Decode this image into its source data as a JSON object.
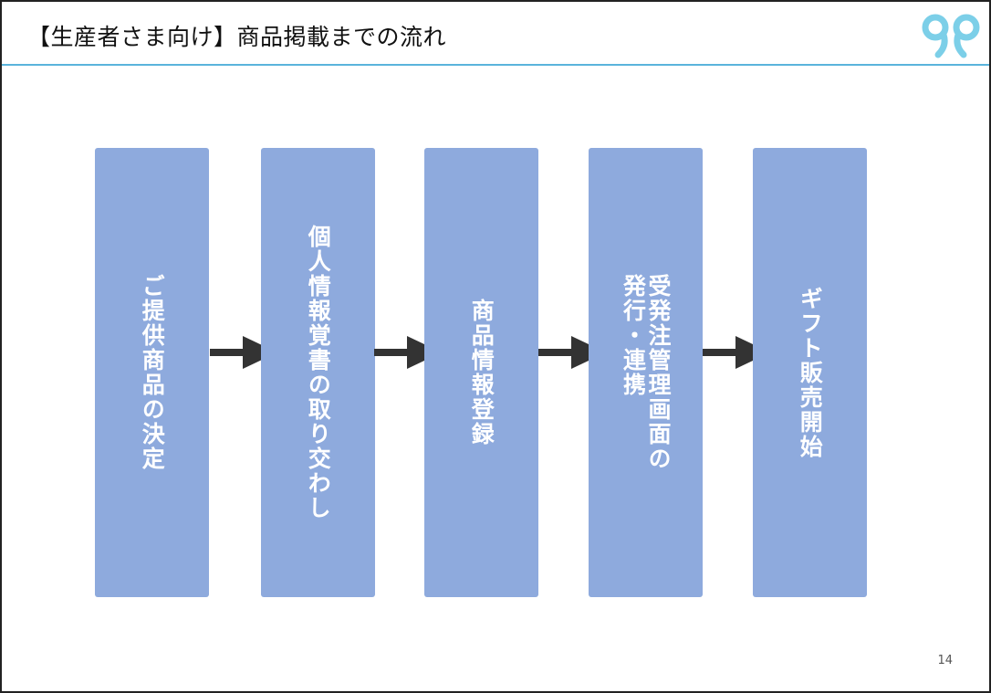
{
  "slide": {
    "title": "【生産者さま向け】商品掲載までの流れ",
    "page_number": "14"
  },
  "colors": {
    "step_fill": "#8eaadd",
    "step_text": "#ffffff",
    "arrow": "#333333",
    "title_rule": "#5ab4dc",
    "logo": "#7ccfe8"
  },
  "logo": {
    "icon": "ribbon-logo-icon"
  },
  "flow": {
    "steps": [
      {
        "label": "ご提供商品の決定"
      },
      {
        "label": "個人情報覚書の取り交わし"
      },
      {
        "label": "商品情報登録"
      },
      {
        "label": "受発注管理画面の\n発行・連携"
      },
      {
        "label": "ギフト販売開始"
      }
    ],
    "connectors": [
      {
        "from": "ご提供商品の決定",
        "to": "個人情報覚書の取り交わし"
      },
      {
        "from": "個人情報覚書の取り交わし",
        "to": "商品情報登録"
      },
      {
        "from": "商品情報登録",
        "to": "受発注管理画面の\n発行・連携"
      },
      {
        "from": "受発注管理画面の\n発行・連携",
        "to": "ギフト販売開始"
      }
    ]
  }
}
